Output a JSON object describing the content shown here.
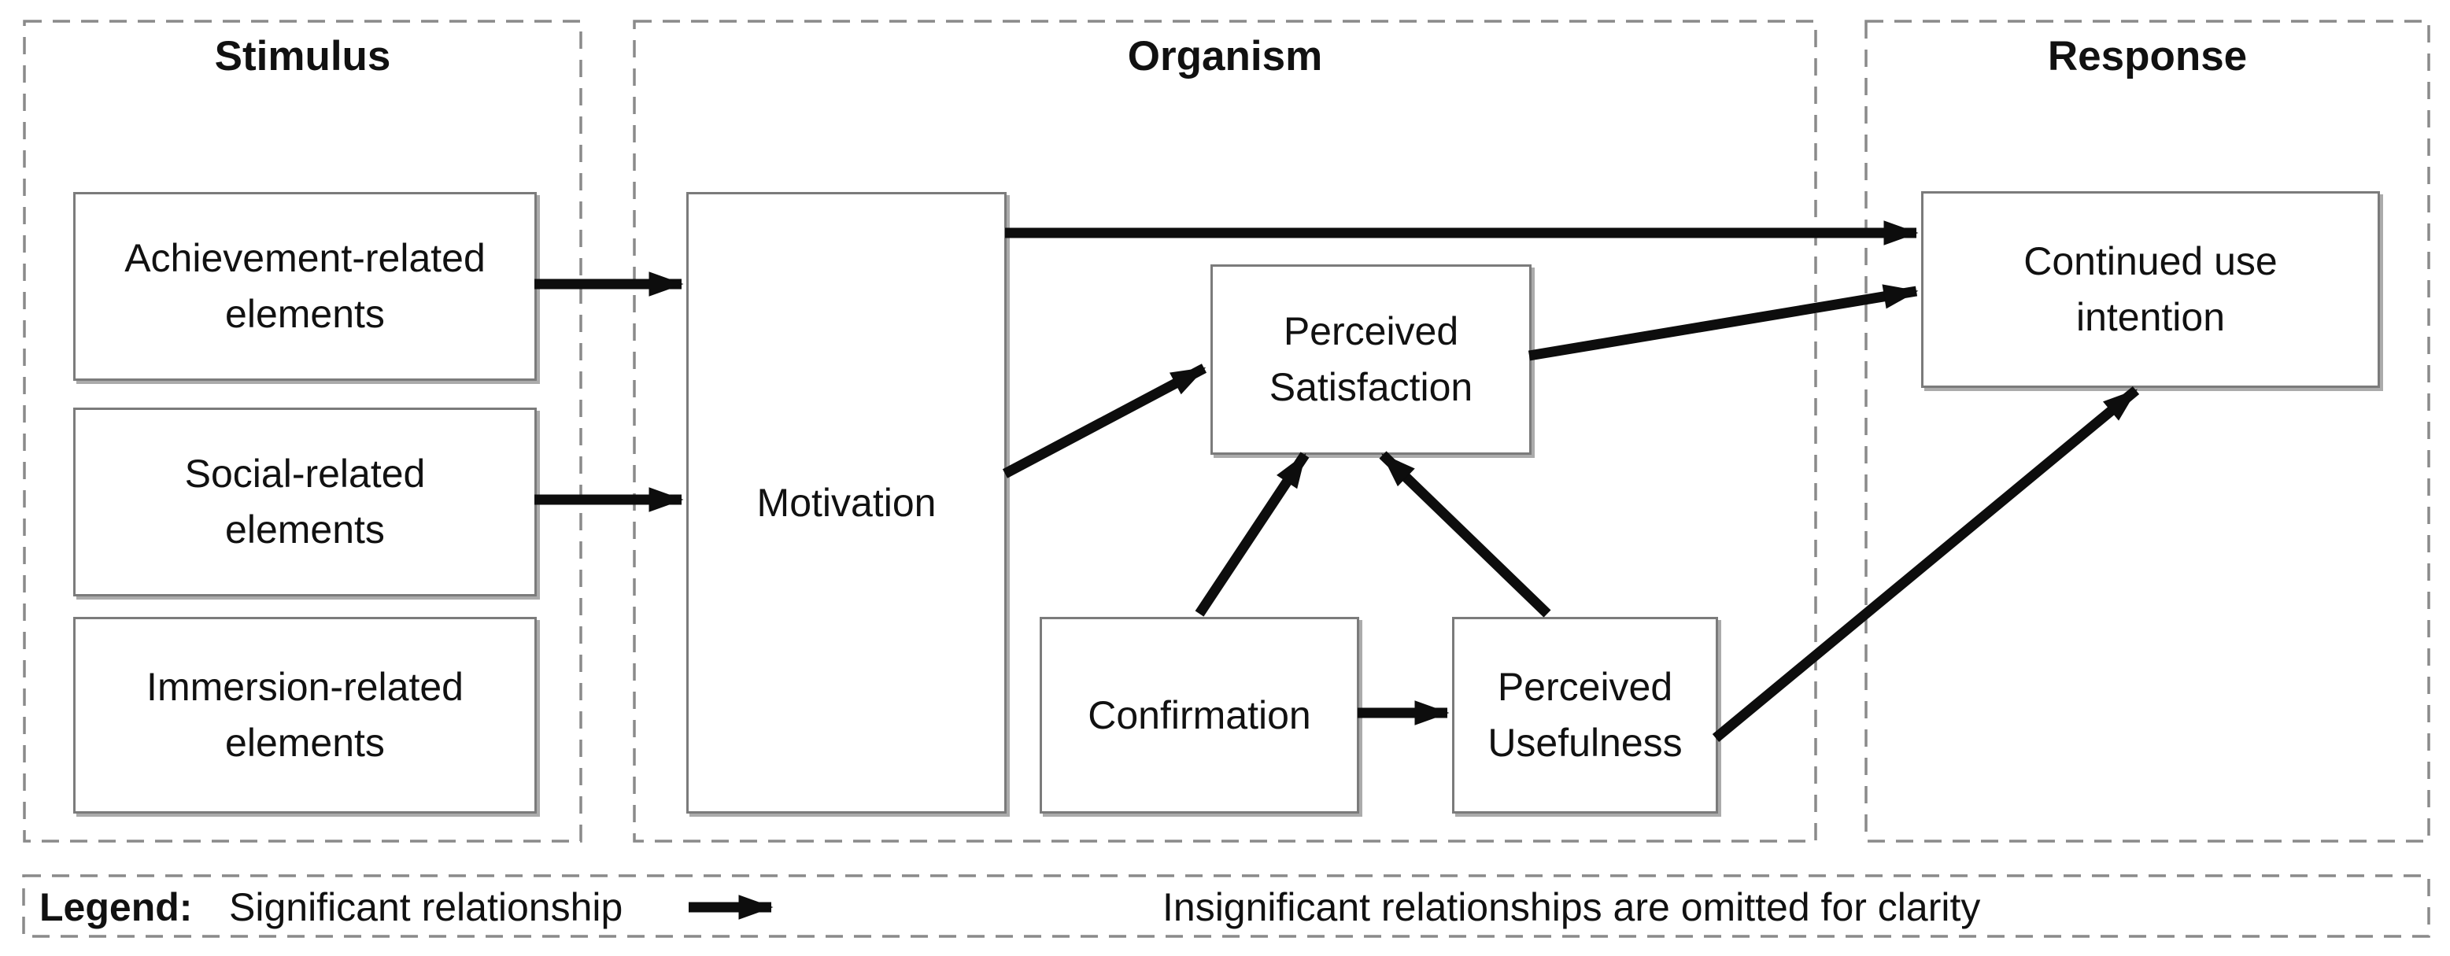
{
  "panels": {
    "stimulus": {
      "title": "Stimulus"
    },
    "organism": {
      "title": "Organism"
    },
    "response": {
      "title": "Response"
    }
  },
  "nodes": {
    "achievement": {
      "label": "Achievement-related elements"
    },
    "social": {
      "label": "Social-related elements"
    },
    "immersion": {
      "label": "Immersion-related elements"
    },
    "motivation": {
      "label": "Motivation"
    },
    "satisfaction": {
      "label": "Perceived Satisfaction"
    },
    "confirmation": {
      "label": "Confirmation"
    },
    "usefulness": {
      "label": "Perceived Usefulness"
    },
    "continued": {
      "label": "Continued use intention"
    }
  },
  "relationships": [
    {
      "from": "achievement",
      "to": "motivation"
    },
    {
      "from": "social",
      "to": "motivation"
    },
    {
      "from": "motivation",
      "to": "continued"
    },
    {
      "from": "motivation",
      "to": "satisfaction"
    },
    {
      "from": "confirmation",
      "to": "satisfaction"
    },
    {
      "from": "confirmation",
      "to": "usefulness"
    },
    {
      "from": "usefulness",
      "to": "satisfaction"
    },
    {
      "from": "usefulness",
      "to": "continued"
    },
    {
      "from": "satisfaction",
      "to": "continued"
    }
  ],
  "legend": {
    "heading": "Legend:",
    "significant_label": "Significant relationship",
    "note": "Insignificant relationships are omitted for clarity"
  },
  "colors": {
    "background": "#ffffff",
    "arrow": "#0d0d0d",
    "box_border": "#7b7b7b",
    "panel_dash": "#8a8a8a",
    "text": "#111111"
  }
}
